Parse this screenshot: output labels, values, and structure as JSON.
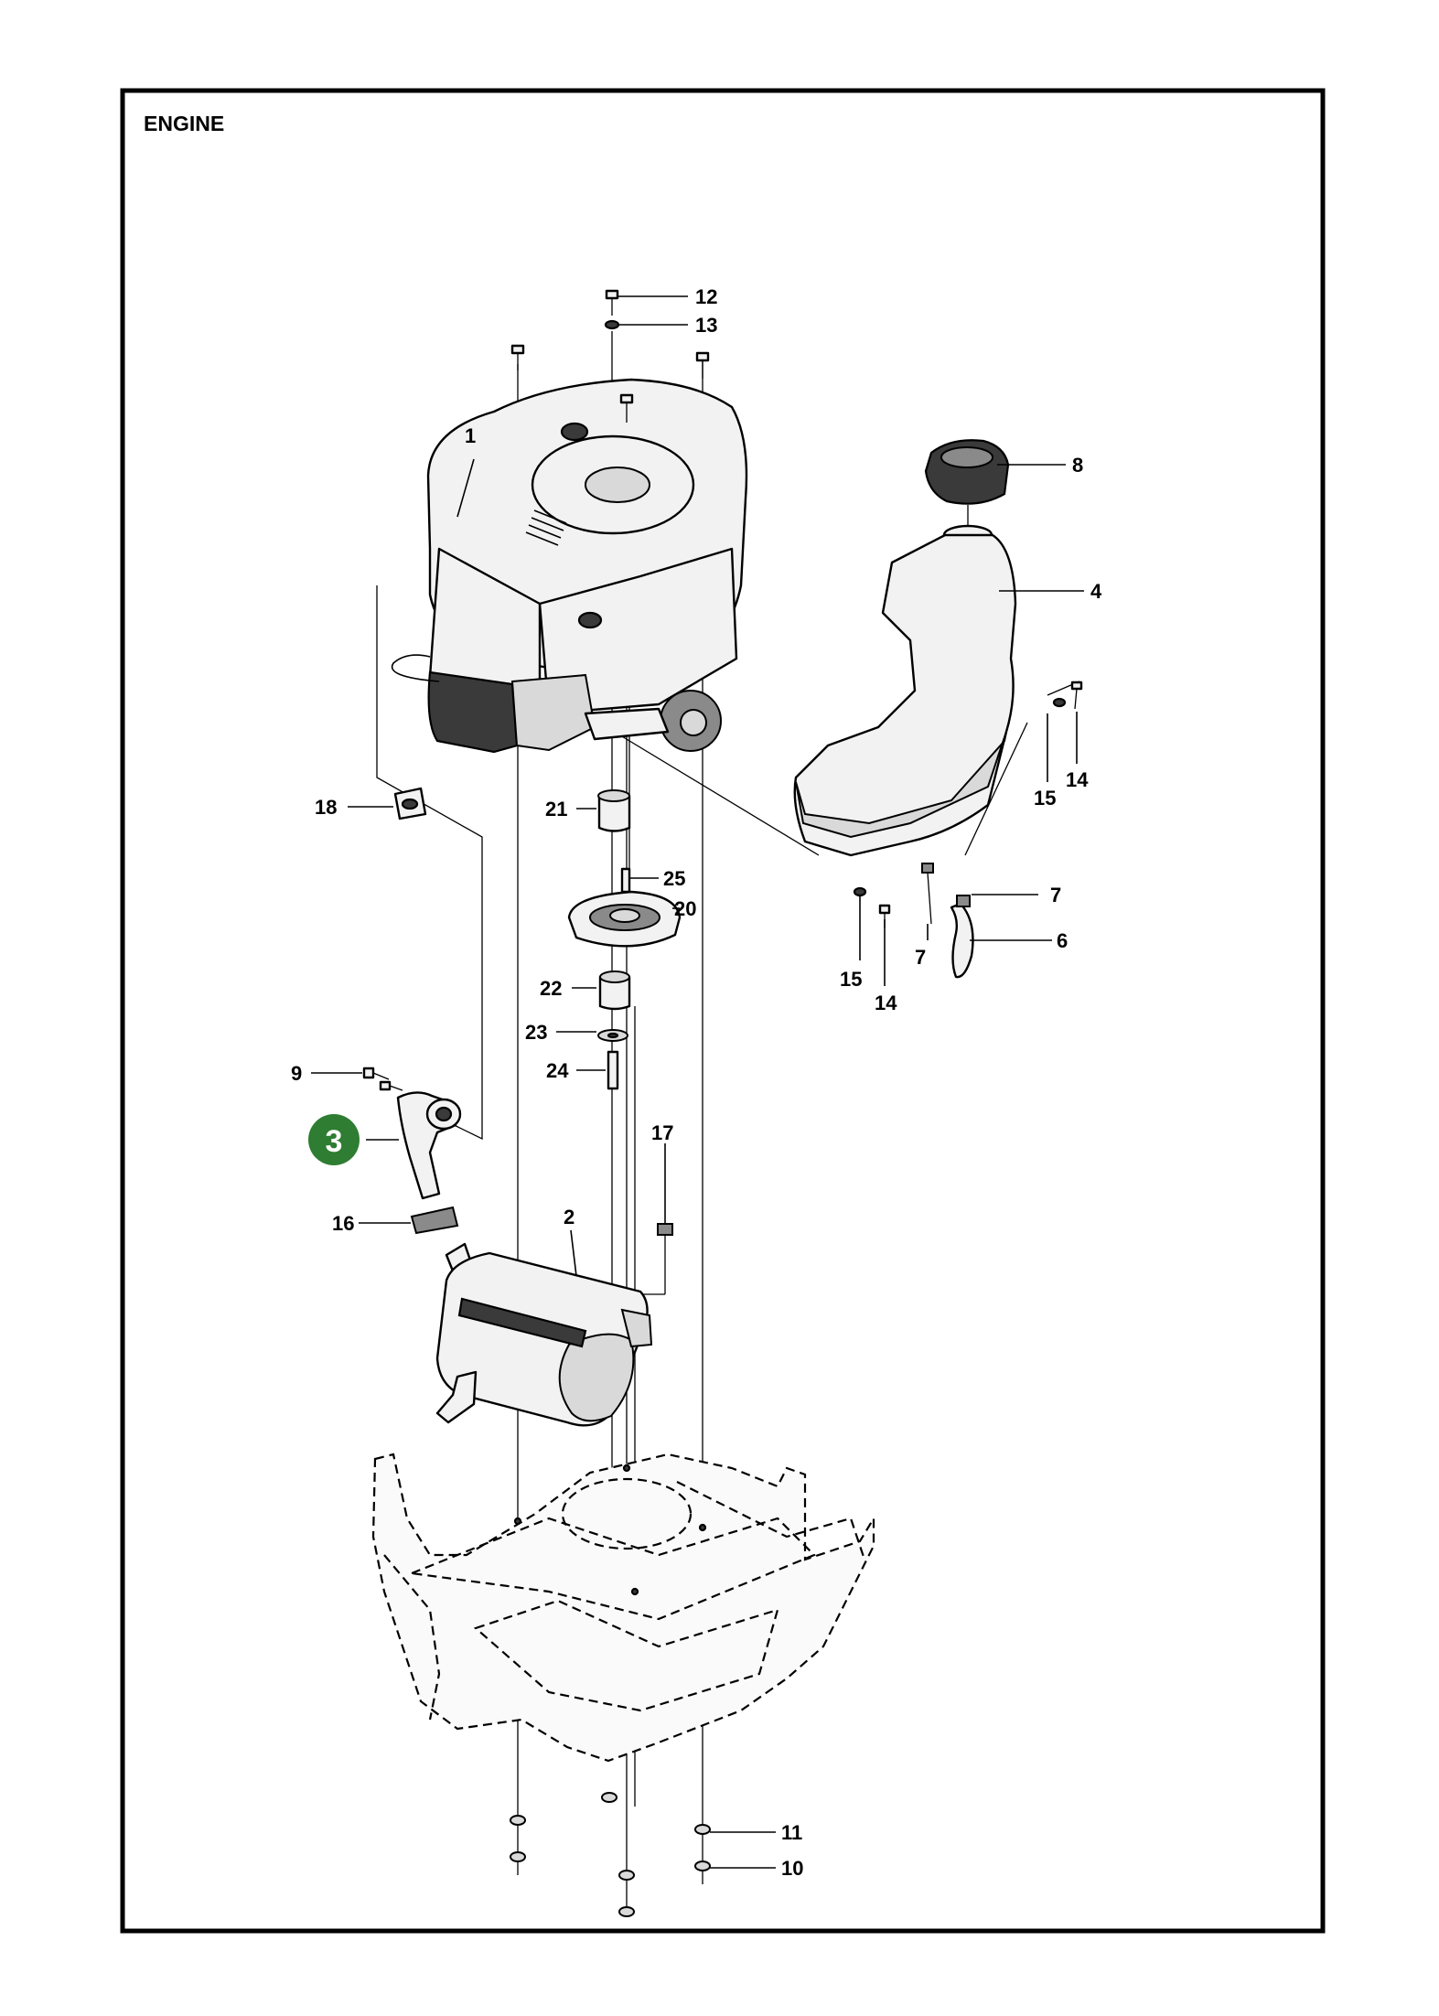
{
  "title": "ENGINE",
  "highlight_color": "#2e7d32",
  "highlighted_callout": "3",
  "callouts": [
    {
      "id": "c1",
      "label": "1"
    },
    {
      "id": "c2",
      "label": "2"
    },
    {
      "id": "c3",
      "label": "3"
    },
    {
      "id": "c4",
      "label": "4"
    },
    {
      "id": "c6",
      "label": "6"
    },
    {
      "id": "c7a",
      "label": "7"
    },
    {
      "id": "c7b",
      "label": "7"
    },
    {
      "id": "c8",
      "label": "8"
    },
    {
      "id": "c9",
      "label": "9"
    },
    {
      "id": "c10",
      "label": "10"
    },
    {
      "id": "c11",
      "label": "11"
    },
    {
      "id": "c12",
      "label": "12"
    },
    {
      "id": "c13",
      "label": "13"
    },
    {
      "id": "c14a",
      "label": "14"
    },
    {
      "id": "c14b",
      "label": "14"
    },
    {
      "id": "c15a",
      "label": "15"
    },
    {
      "id": "c15b",
      "label": "15"
    },
    {
      "id": "c16",
      "label": "16"
    },
    {
      "id": "c17",
      "label": "17"
    },
    {
      "id": "c18",
      "label": "18"
    },
    {
      "id": "c20",
      "label": "20"
    },
    {
      "id": "c21",
      "label": "21"
    },
    {
      "id": "c22",
      "label": "22"
    },
    {
      "id": "c23",
      "label": "23"
    },
    {
      "id": "c24",
      "label": "24"
    },
    {
      "id": "c25",
      "label": "25"
    }
  ]
}
